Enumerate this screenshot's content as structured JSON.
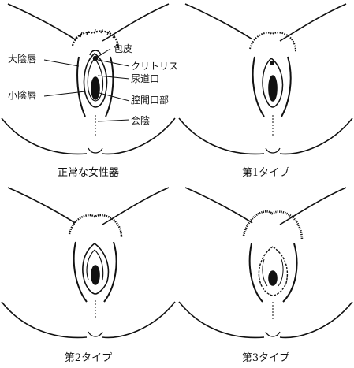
{
  "figures": [
    {
      "caption": "正常な女性器",
      "labels": {
        "foreskin": "包皮",
        "clitoris": "クリトリス",
        "labia_majora": "大陰唇",
        "urethral_opening": "尿道口",
        "labia_minora": "小陰唇",
        "vaginal_opening": "膣開口部",
        "perineum": "会陰"
      }
    },
    {
      "caption": "第1タイプ"
    },
    {
      "caption": "第2タイプ"
    },
    {
      "caption": "第3タイプ"
    }
  ],
  "colors": {
    "line": "#111111",
    "background": "#ffffff"
  }
}
